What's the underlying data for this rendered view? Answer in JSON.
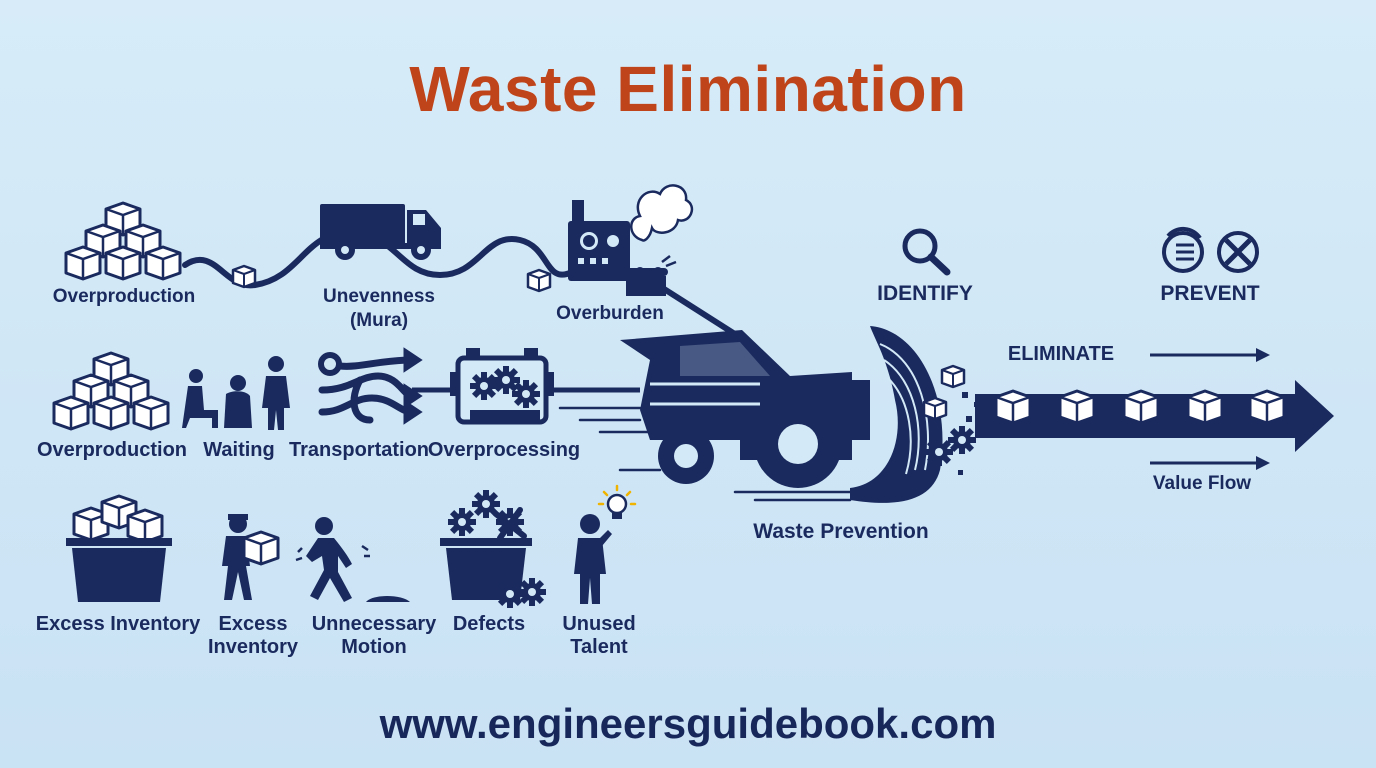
{
  "title": "Waste Elimination",
  "footer": "www.engineersguidebook.com",
  "colors": {
    "navy": "#1a2a5e",
    "title_orange": "#c0441a",
    "background": "#d3e9f7"
  },
  "top_flow": {
    "overproduction": "Overproduction",
    "unevenness_line1": "Unevenness",
    "unevenness_line2": "(Mura)",
    "overburden": "Overburden"
  },
  "middle_row": {
    "overproduction": "Overproduction",
    "waiting": "Waiting",
    "transportation": "Transportation",
    "overprocessing": "Overprocessing"
  },
  "bottom_row": {
    "excess_inventory_a": "Excess Inventory",
    "excess_inventory_b_line1": "Excess",
    "excess_inventory_b_line2": "Inventory",
    "unnecessary_motion_line1": "Unnecessary",
    "unnecessary_motion_line2": "Motion",
    "defects": "Defects",
    "unused_talent_line1": "Unused",
    "unused_talent_line2": "Talent"
  },
  "right_side": {
    "identify": "IDENTIFY",
    "prevent": "PREVENT",
    "eliminate": "ELIMINATE",
    "value_flow": "Value Flow",
    "waste_prevention": "Waste Prevention"
  },
  "icons": [
    "box-stack-icon",
    "truck-icon",
    "machine-icon",
    "smoke-icon",
    "magnifier-icon",
    "prevent-list-icon",
    "cancel-icon",
    "people-waiting-icon",
    "transport-arrows-icon",
    "gear-machine-icon",
    "bulldozer-icon",
    "value-arrow-icon",
    "inventory-bin-icon",
    "worker-carrying-icon",
    "walking-person-icon",
    "defects-bin-icon",
    "talent-person-icon",
    "lightbulb-icon"
  ]
}
